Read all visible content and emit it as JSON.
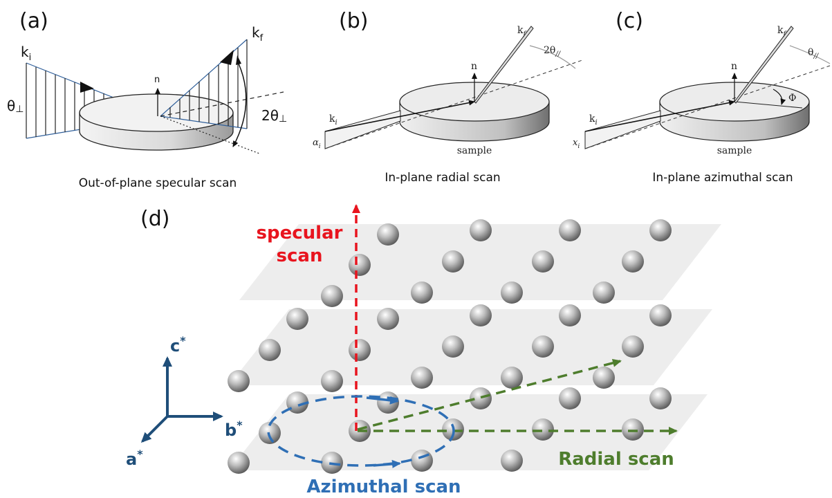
{
  "panels": {
    "a": {
      "label": "(a)",
      "caption": "Out-of-plane specular scan",
      "ki": "k",
      "ki_sub": "i",
      "kf": "k",
      "kf_sub": "f",
      "theta": "θ",
      "theta_sub": "⊥",
      "two_theta": "2θ",
      "two_theta_sub": "⊥",
      "normal": "n"
    },
    "b": {
      "label": "(b)",
      "caption": "In-plane radial scan",
      "ki": "k",
      "ki_sub": "i",
      "kf": "k",
      "kf_sub": "f",
      "angle": "2θ",
      "angle_sub": "//",
      "alpha": "α",
      "alpha_sub": "i",
      "normal": "n",
      "sample": "sample"
    },
    "c": {
      "label": "(c)",
      "caption": "In-plane azimuthal scan",
      "ki": "k",
      "ki_sub": "i",
      "kf": "k",
      "kf_sub": "f",
      "angle": "θ",
      "angle_sub": "//",
      "phi": "Φ",
      "alpha": "x",
      "alpha_sub": "i",
      "normal": "n",
      "sample": "sample"
    },
    "d": {
      "label": "(d)",
      "specular_line1": "specular",
      "specular_line2": "scan",
      "radial": "Radial scan",
      "azimuthal": "Azimuthal scan",
      "axis_c": "c",
      "axis_b": "b",
      "axis_a": "a",
      "star": "*"
    }
  },
  "colors": {
    "specular": "#e8141e",
    "radial": "#4e7d2d",
    "azimuthal": "#2f6fb5",
    "axes": "#1f4e79",
    "plane": "#ededed"
  }
}
